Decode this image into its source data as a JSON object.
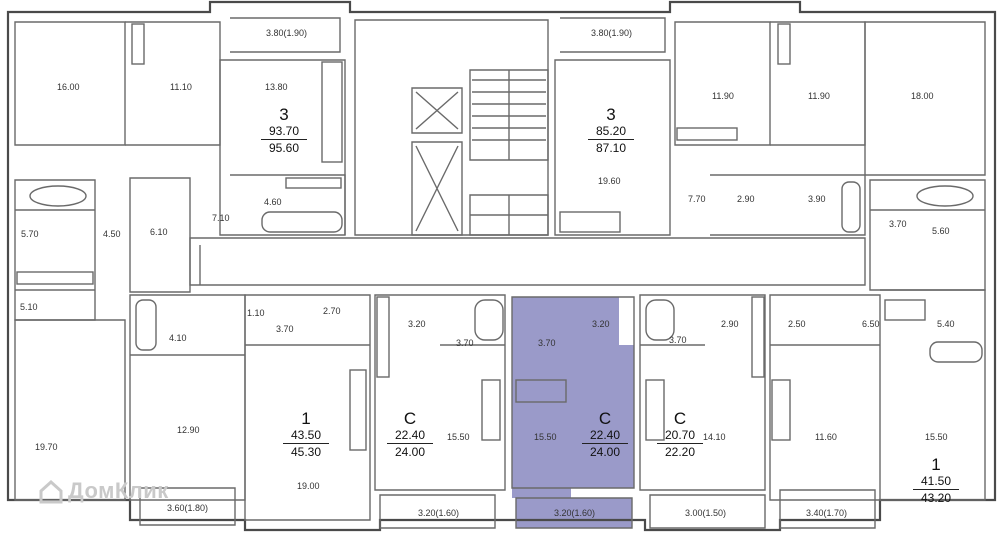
{
  "floor_plan": {
    "highlight_color": "#9a9ac9",
    "apartments": [
      {
        "type": "3",
        "living_area": "93.70",
        "total_area": "95.60"
      },
      {
        "type": "3",
        "living_area": "85.20",
        "total_area": "87.10"
      },
      {
        "type": "1",
        "living_area": "43.50",
        "total_area": "45.30"
      },
      {
        "type": "C",
        "living_area": "22.40",
        "total_area": "24.00"
      },
      {
        "type": "C",
        "living_area": "22.40",
        "total_area": "24.00",
        "highlighted": true
      },
      {
        "type": "C",
        "living_area": "20.70",
        "total_area": "22.20"
      },
      {
        "type": "1",
        "living_area": "41.50",
        "total_area": "43.20"
      }
    ],
    "rooms": [
      "16.00",
      "11.10",
      "3.80(1.90)",
      "13.80",
      "3.80(1.90)",
      "11.90",
      "11.90",
      "18.00",
      "4.60",
      "19.60",
      "5.70",
      "4.50",
      "6.10",
      "7.10",
      "7.70",
      "2.90",
      "3.90",
      "3.70",
      "5.60",
      "5.10",
      "1.10",
      "2.70",
      "3.20",
      "3.20",
      "2.90",
      "2.50",
      "6.50",
      "5.40",
      "4.10",
      "3.70",
      "3.70",
      "3.70",
      "3.70",
      "19.70",
      "12.90",
      "15.50",
      "15.50",
      "14.10",
      "11.60",
      "15.50",
      "19.00",
      "3.60(1.80)",
      "3.20(1.60)",
      "3.20(1.60)",
      "3.00(1.50)",
      "3.40(1.70)"
    ]
  },
  "watermark": {
    "text": "ДомКлик"
  }
}
